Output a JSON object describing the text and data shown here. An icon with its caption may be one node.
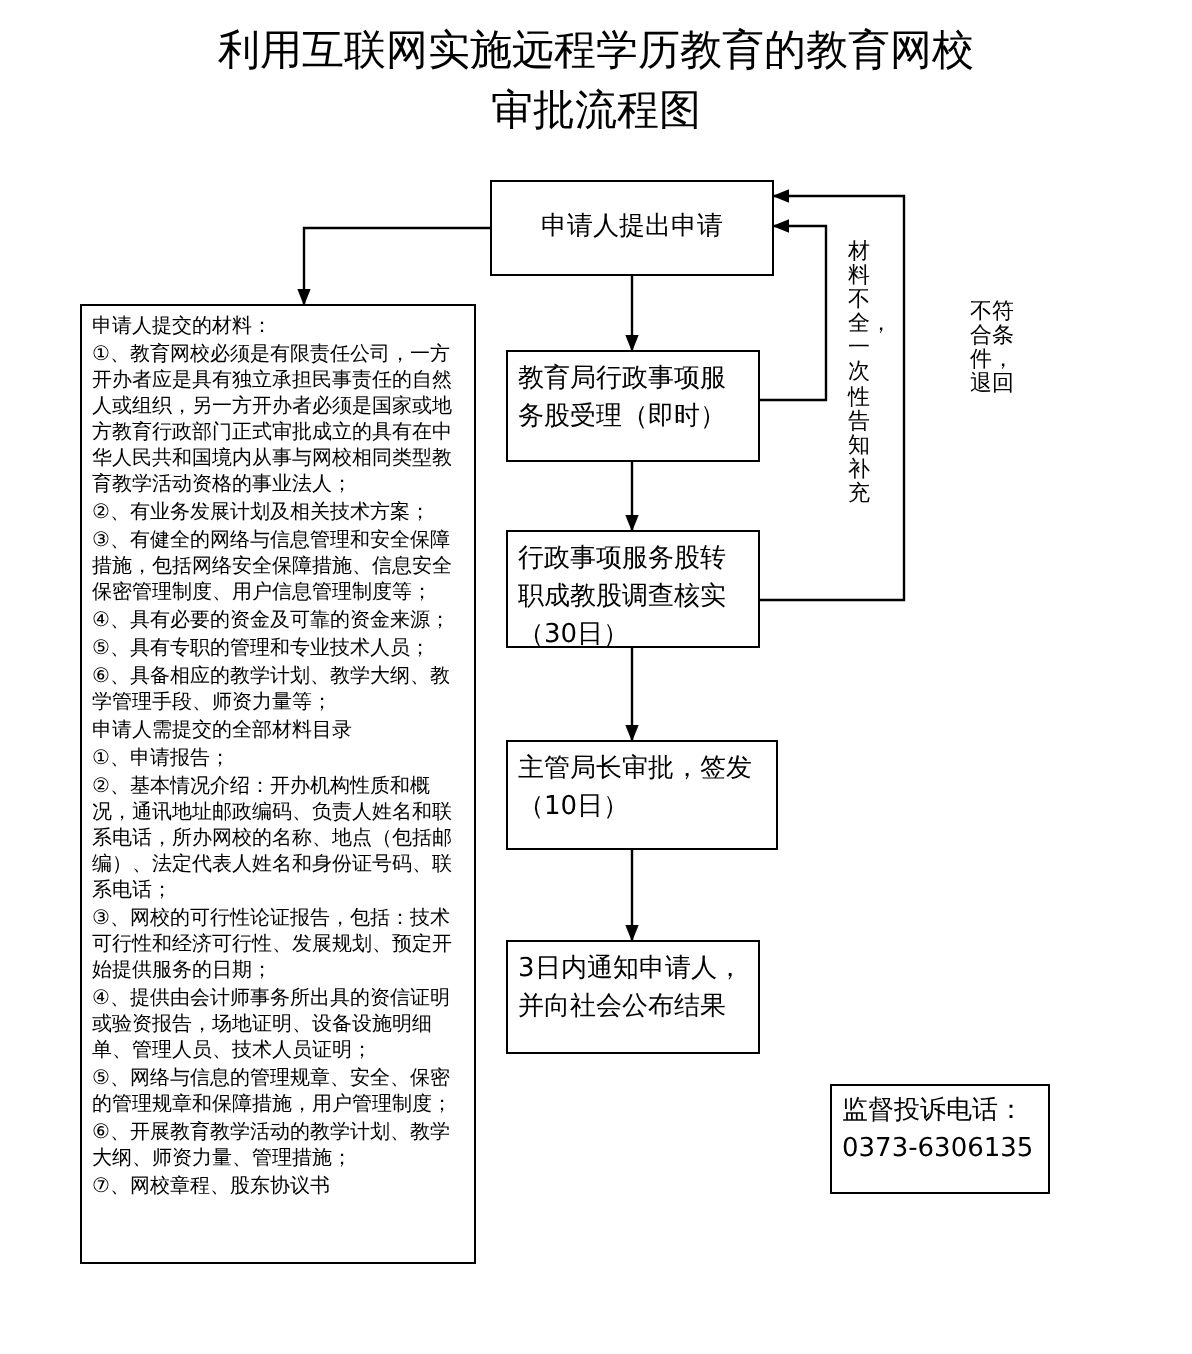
{
  "diagram": {
    "title": "利用互联网实施远程学历教育的教育网校审批流程图",
    "nodes": [
      {
        "text": [
          "申请人提出申请"
        ]
      },
      {
        "text": [
          "教育局行政事项服务股受理（即时）"
        ]
      },
      {
        "text": [
          "行政事项服务股转职成教股调查核实（30日）"
        ]
      },
      {
        "text": [
          "主管局长审批，签发（10日）"
        ]
      },
      {
        "text": [
          "3日内通知申请人，并向社会公布结果"
        ]
      },
      {
        "text": [
          "申请人提交的材料：",
          "①、教育网校必须是有限责任公司，一方开办者应是具有独立承担民事责任的自然人或组织，另一方开办者必须是国家或地方教育行政部门正式审批成立的具有在中华人民共和国境内从事与网校相同类型教育教学活动资格的事业法人；",
          "②、有业务发展计划及相关技术方案；",
          "③、有健全的网络与信息管理和安全保障措施，包括网络安全保障措施、信息安全保密管理制度、用户信息管理制度等；",
          "④、具有必要的资金及可靠的资金来源；",
          "⑤、具有专职的管理和专业技术人员；",
          "⑥、具备相应的教学计划、教学大纲、教学管理手段、师资力量等；",
          "申请人需提交的全部材料目录",
          "①、申请报告；",
          "②、基本情况介绍：开办机构性质和概况，通讯地址邮政编码、负责人姓名和联系电话，所办网校的名称、地点（包括邮编）、法定代表人姓名和身份证号码、联系电话；",
          "③、网校的可行性论证报告，包括：技术可行性和经济可行性、发展规划、预定开始提供服务的日期；",
          "④、提供由会计师事务所出具的资信证明或验资报告，场地证明、设备设施明细单、管理人员、技术人员证明；",
          "⑤、网络与信息的管理规章、安全、保密的管理规章和保障措施，用户管理制度；",
          "⑥、开展教育教学活动的教学计划、教学大纲、师资力量、管理措施；",
          "⑦、网校章程、股东协议书"
        ]
      },
      {
        "text": [
          "监督投诉电话：",
          "0373-6306135"
        ]
      }
    ],
    "edges": [
      {
        "from": 0,
        "to": 1,
        "arrow": "to"
      },
      {
        "from": 1,
        "to": 2,
        "arrow": "to"
      },
      {
        "from": 2,
        "to": 3,
        "arrow": "to"
      },
      {
        "from": 3,
        "to": 4,
        "arrow": "to"
      },
      {
        "from": 0,
        "to": 5,
        "arrow": "to"
      },
      {
        "from": 1,
        "to": 0,
        "arrow": "to",
        "label": "材料不全，一次性告知补充"
      },
      {
        "from": 2,
        "to": 0,
        "arrow": "to",
        "label": "不符合条件，退回"
      }
    ]
  }
}
